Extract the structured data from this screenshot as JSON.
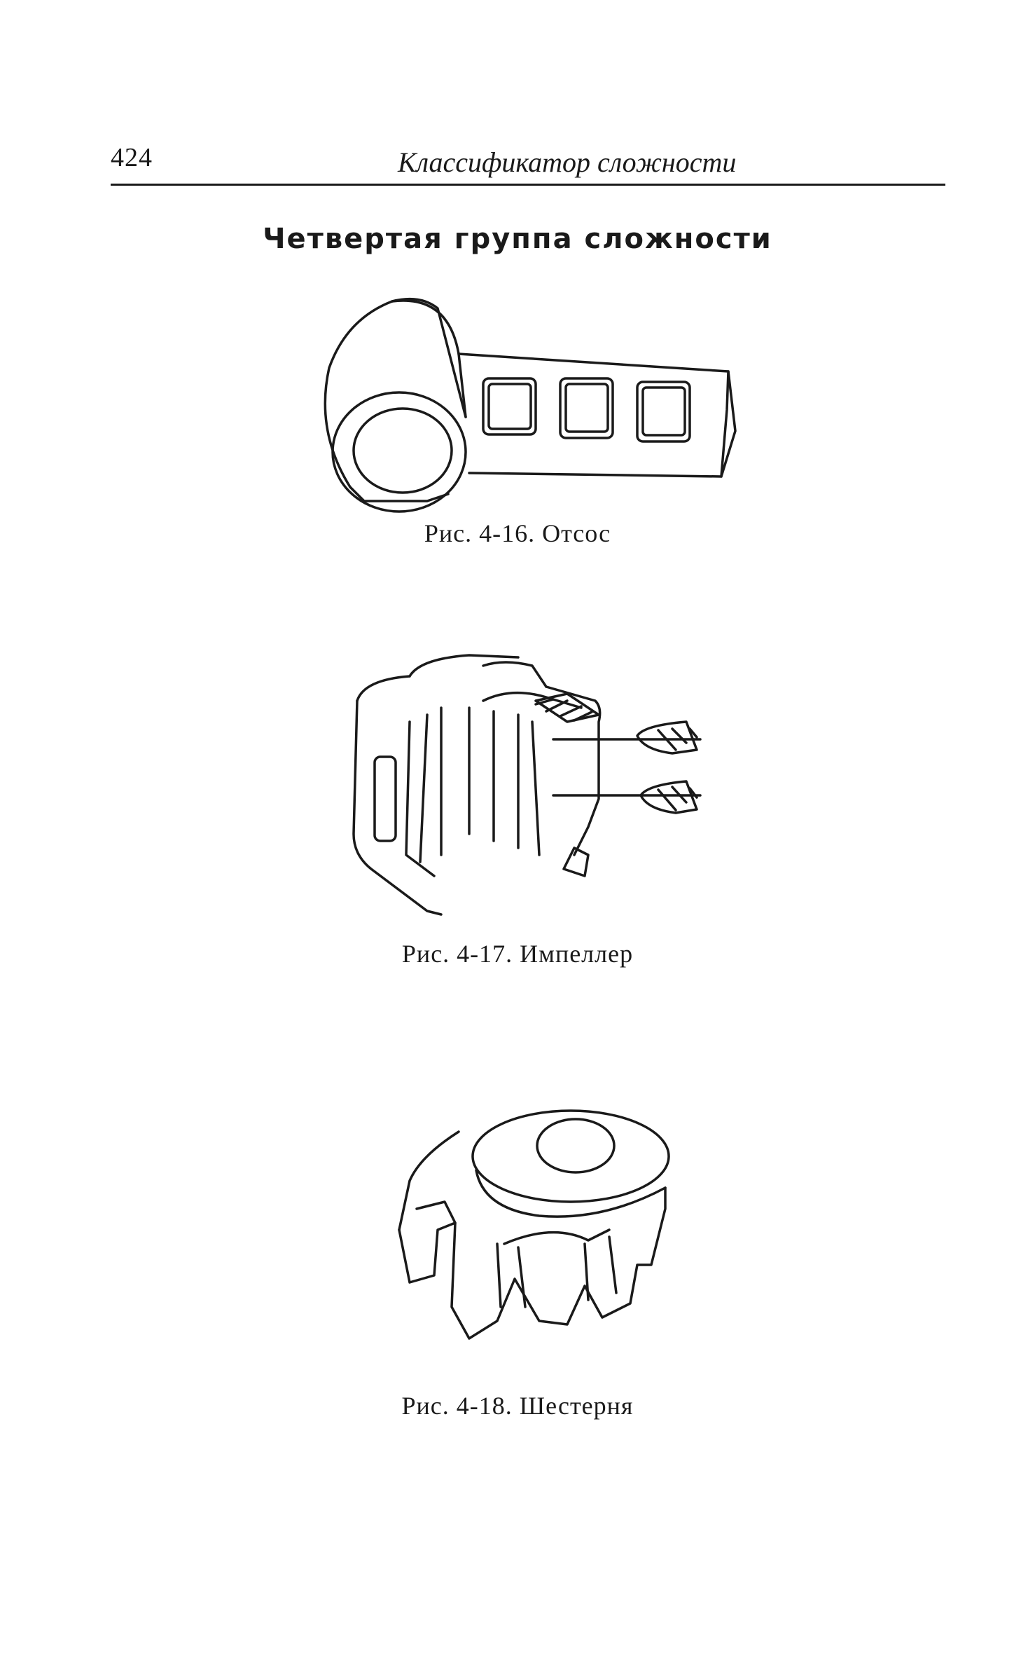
{
  "header": {
    "page_number": "424",
    "running_title": "Классификатор сложности"
  },
  "section": {
    "heading": "Четвертая группа сложности"
  },
  "figures": [
    {
      "caption": "Рис. 4-16. Отсос"
    },
    {
      "caption": "Рис. 4-17. Импеллер"
    },
    {
      "caption": "Рис. 4-18. Шестерня"
    }
  ]
}
